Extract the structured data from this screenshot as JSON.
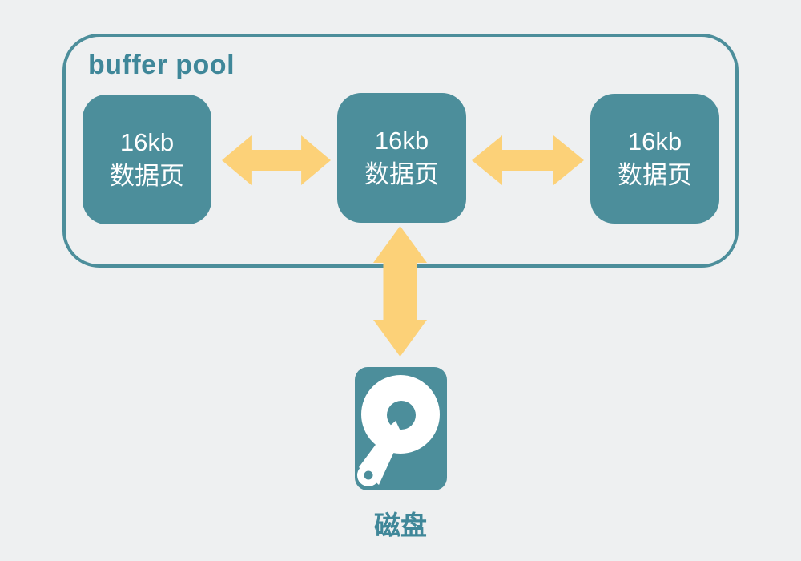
{
  "colors": {
    "background": "#eef0f1",
    "teal": "#4c8e9b",
    "teal_text": "#3f8799",
    "arrow_yellow": "#fcd178",
    "page_text": "#ffffff"
  },
  "buffer_pool": {
    "title": "buffer pool",
    "pages": [
      {
        "line1": "16kb",
        "line2": "数据页"
      },
      {
        "line1": "16kb",
        "line2": "数据页"
      },
      {
        "line1": "16kb",
        "line2": "数据页"
      }
    ]
  },
  "arrows": [
    {
      "name": "pages-left-middle",
      "type": "bidirectional-horizontal"
    },
    {
      "name": "pages-middle-right",
      "type": "bidirectional-horizontal"
    },
    {
      "name": "buffer-pool-disk",
      "type": "bidirectional-vertical"
    }
  ],
  "disk": {
    "icon": "hard-disk-icon",
    "label": "磁盘"
  }
}
